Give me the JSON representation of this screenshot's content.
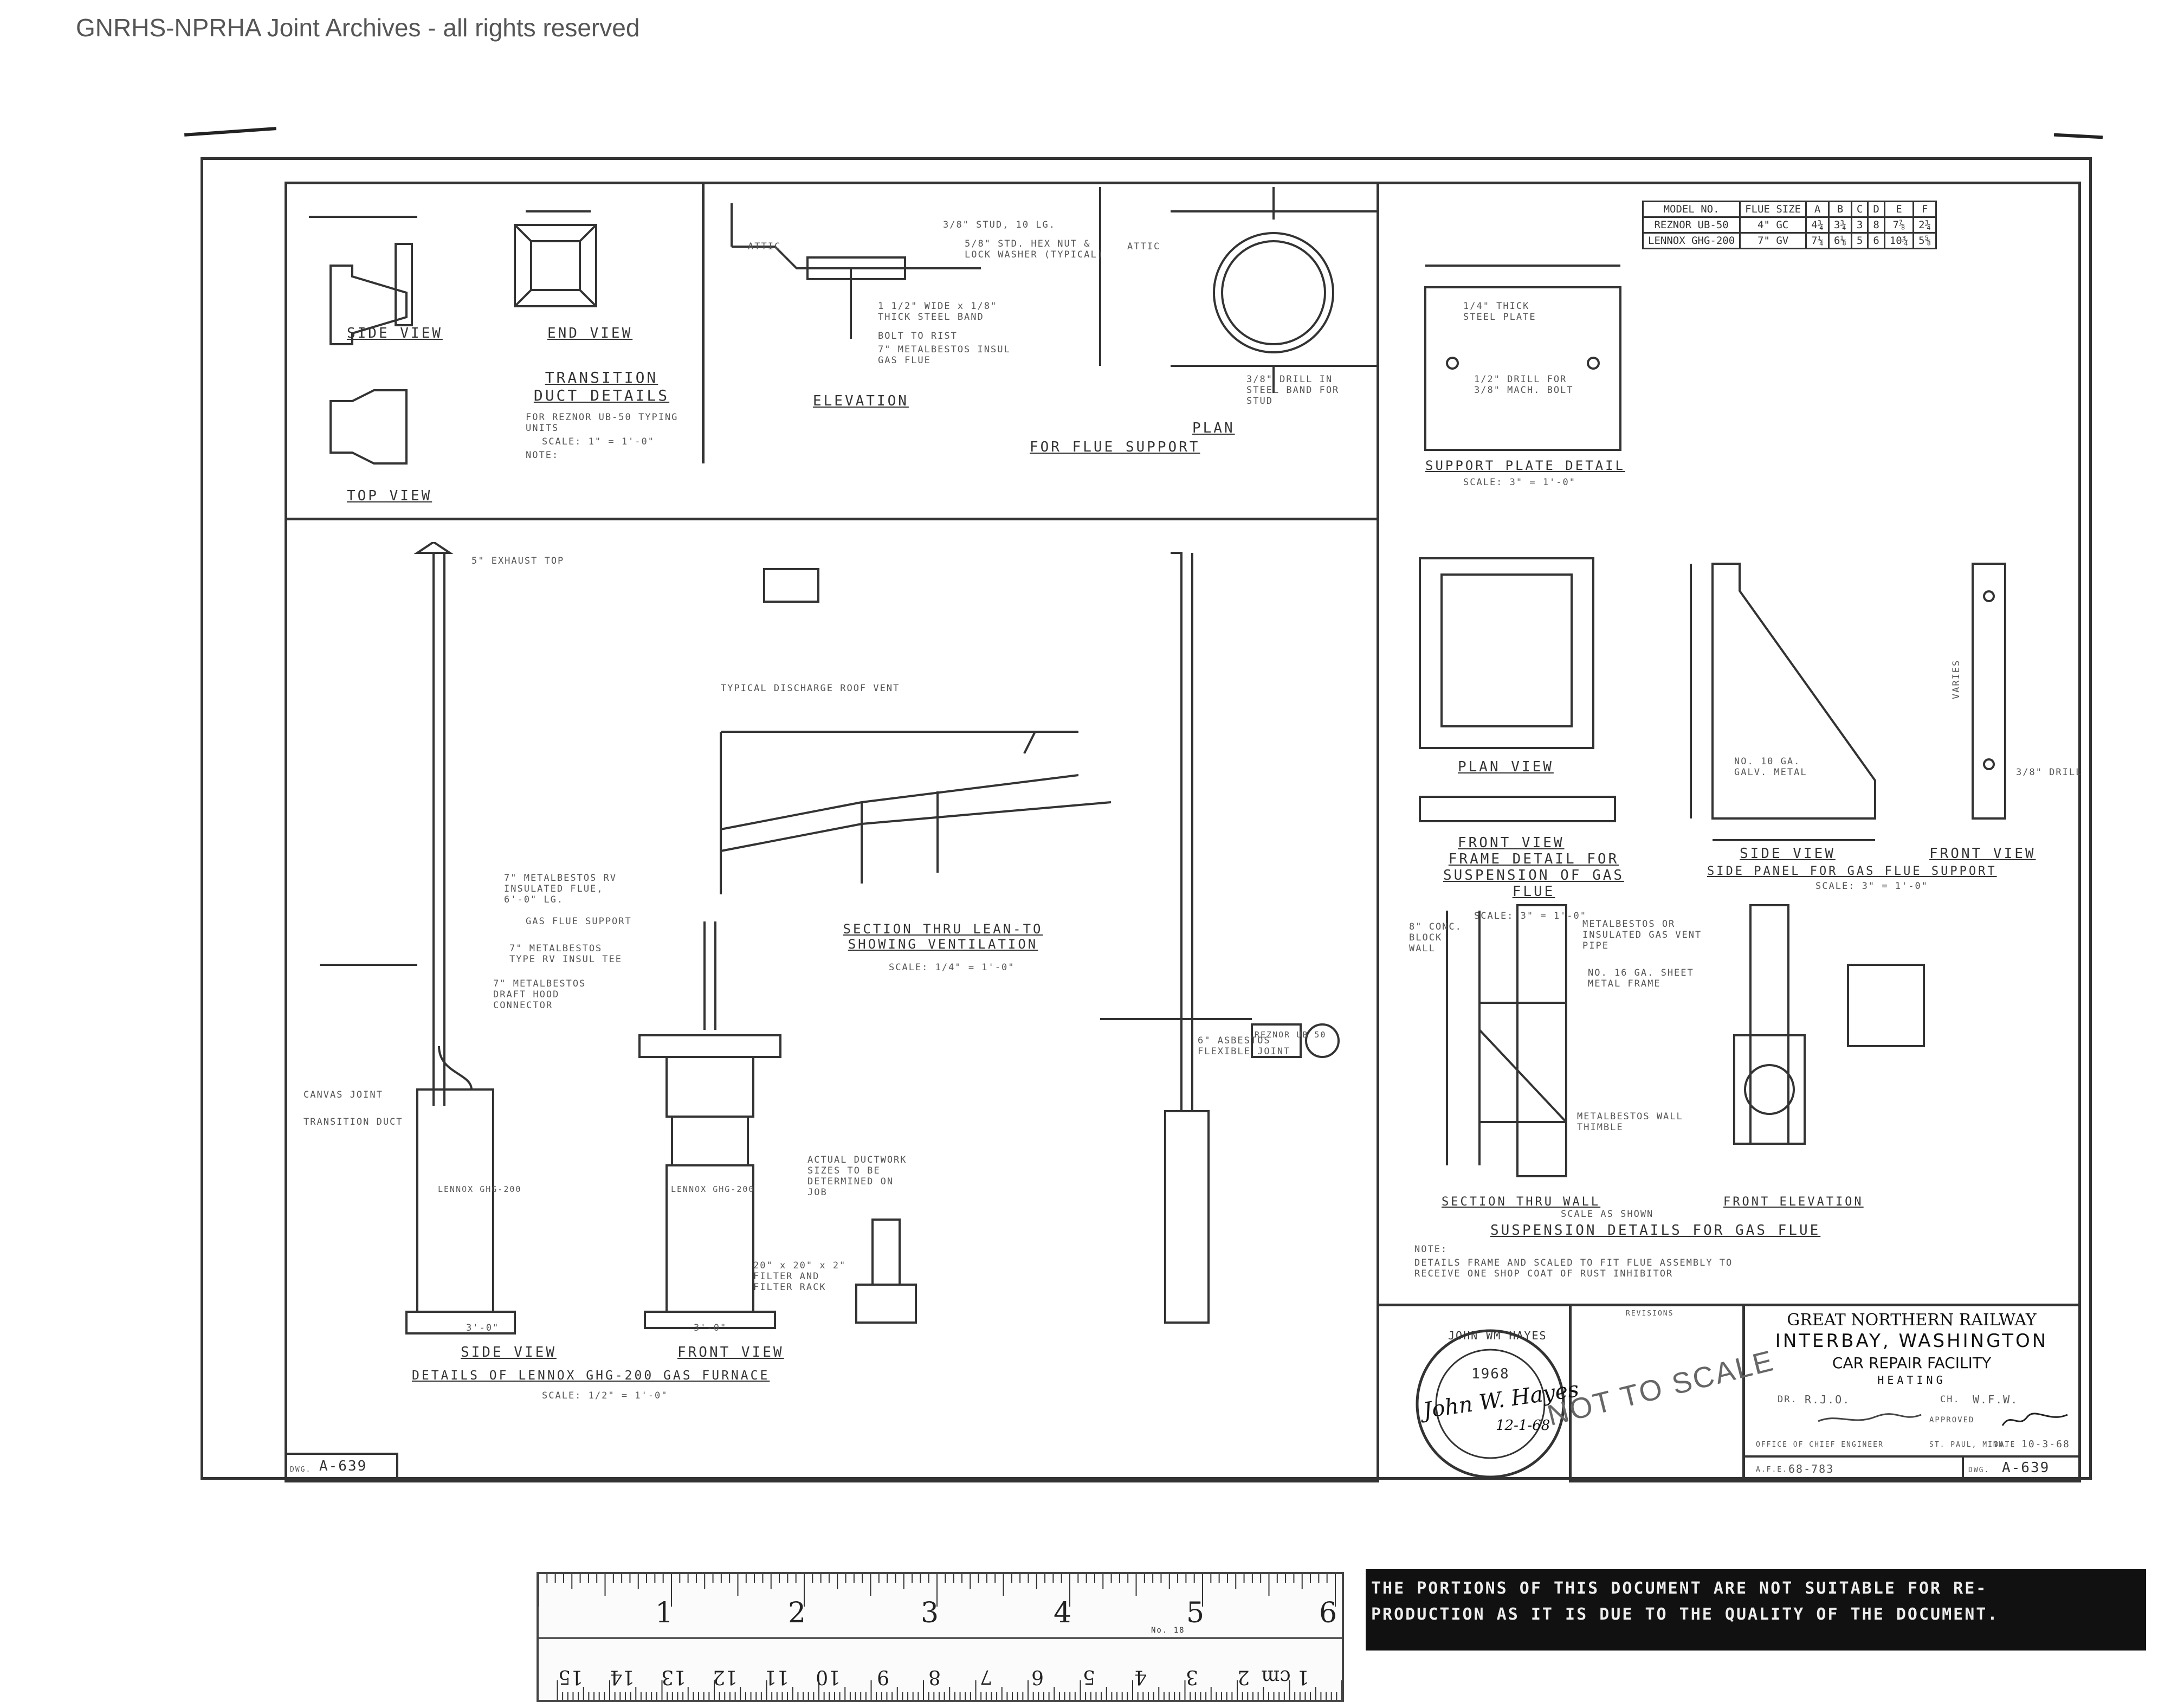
{
  "header": {
    "archive_note": "GNRHS-NPRHA Joint Archives - all rights reserved"
  },
  "transition": {
    "title": "TRANSITION DUCT DETAILS",
    "side_view": "SIDE VIEW",
    "end_view": "END VIEW",
    "top_view": "TOP VIEW",
    "for_units": "FOR REZNOR UB-50 TYPING UNITS",
    "scale": "SCALE: 1\" = 1'-0\"",
    "note_label": "NOTE:"
  },
  "flue_support": {
    "elevation_label": "ELEVATION",
    "plan_label": "PLAN",
    "details_title": "FOR FLUE SUPPORT",
    "notes": [
      "3/8\" STUD, 10 LG.",
      "5/8\" STD. HEX NUT & LOCK WASHER (TYPICAL)",
      "1 1/2\" WIDE x 1/8\" THICK STEEL BAND",
      "BOLT TO RIST",
      "7\" METALBESTOS INSUL GAS FLUE",
      "3/8\" DRILL IN STEEL BAND FOR STUD"
    ],
    "attic_label": "ATTIC"
  },
  "gas_flue_table": {
    "headers": [
      "MODEL NO.",
      "FLUE SIZE",
      "A",
      "B",
      "C",
      "D",
      "E",
      "F"
    ],
    "rows": [
      [
        "REZNOR UB-50",
        "4\" GC",
        "4¾",
        "3¾",
        "3",
        "8",
        "7⅞",
        "2¾"
      ],
      [
        "LENNOX GHG-200",
        "7\" GV",
        "7¼",
        "6⅛",
        "5",
        "6",
        "10¾",
        "5⅝"
      ]
    ]
  },
  "support_plate": {
    "title": "SUPPORT PLATE DETAIL",
    "scale": "SCALE: 3\" = 1'-0\"",
    "notes": [
      "1/4\" THICK STEEL PLATE",
      "1/2\" DRILL FOR 3/8\" MACH. BOLT"
    ]
  },
  "frame_detail": {
    "plan_view": "PLAN VIEW",
    "front_view": "FRONT VIEW",
    "title": "FRAME DETAIL FOR SUSPENSION OF GAS FLUE",
    "scale": "SCALE: 3\" = 1'-0\""
  },
  "side_panel": {
    "side_view": "SIDE VIEW",
    "front_view": "FRONT VIEW",
    "title": "SIDE PANEL FOR GAS FLUE SUPPORT",
    "scale": "SCALE: 3\" = 1'-0\"",
    "notes": [
      "NO. 10 GA. GALV. METAL",
      "3/8\" DRILL",
      "VARIES"
    ]
  },
  "suspension": {
    "section_label": "SECTION THRU WALL",
    "front_label": "FRONT ELEVATION",
    "title": "SUSPENSION DETAILS FOR GAS FLUE",
    "scale": "SCALE AS SHOWN",
    "notes": [
      "METALBESTOS OR INSULATED GAS VENT PIPE",
      "NO. 16 GA. SHEET METAL FRAME",
      "8\" CONC. BLOCK WALL",
      "METALBESTOS WALL THIMBLE"
    ],
    "bottom_notes": [
      "NOTE:",
      "DETAILS FRAME AND SCALED TO FIT FLUE ASSEMBLY TO RECEIVE ONE SHOP COAT OF RUST INHIBITOR"
    ]
  },
  "ventilation_section": {
    "title": "SECTION THRU LEAN-TO SHOWING VENTILATION",
    "scale": "SCALE: 1/4\" = 1'-0\"",
    "typical": "TYPICAL DISCHARGE ROOF VENT"
  },
  "furnace_details": {
    "side_view": "SIDE VIEW",
    "front_view": "FRONT VIEW",
    "title": "DETAILS OF LENNOX GHG-200 GAS FURNACE",
    "scale": "SCALE: 1/2\" = 1'-0\"",
    "unit": "LENNOX GHG-200",
    "heater_unit": "REZNOR UB 50",
    "notes": [
      "7\" METALBESTOS RV INSULATED FLUE, 6'-0\" LG.",
      "GAS FLUE SUPPORT",
      "7\" METALBESTOS TYPE RV INSUL TEE",
      "5\" EXHAUST TOP",
      "7\" METALBESTOS DRAFT HOOD CONNECTOR",
      "CANVAS JOINT",
      "TRANSITION DUCT",
      "ACTUAL DUCTWORK SIZES TO BE DETERMINED ON JOB",
      "6\" ASBESTOS FLEXIBLE JOINT",
      "20\" x 20\" x 2\" FILTER AND FILTER RACK"
    ],
    "dims": [
      "3'-0\"",
      "3'-0\""
    ]
  },
  "stamp": {
    "ring_text": "JOHN WM HAYES",
    "year": "1968",
    "signature": "John W. Hayes",
    "date": "12-1-68",
    "not_to_scale": "NOT TO SCALE",
    "revisions": "REVISIONS"
  },
  "title_block": {
    "railway": "GREAT NORTHERN RAILWAY",
    "location": "INTERBAY, WASHINGTON",
    "facility": "CAR REPAIR FACILITY",
    "subject": "HEATING",
    "drawn_by_label": "DR.",
    "drawn_by": "R.J.O.",
    "checked_by_label": "CH.",
    "checked_by": "W.F.W.",
    "approved_label": "APPROVED",
    "office": "OFFICE OF CHIEF ENGINEER",
    "city": "ST. PAUL, MINN.",
    "date_label": "DATE",
    "date": "10-3-68",
    "afe_label": "A.F.E.",
    "afe": "68-783",
    "dwg_label": "DWG.",
    "dwg_no": "A-639"
  },
  "corner_dwg": {
    "label": "DWG.",
    "value": "A-639"
  },
  "ruler": {
    "inch_labels": [
      "1",
      "2",
      "3",
      "4",
      "5",
      "6"
    ],
    "cm_labels": [
      "1 cm",
      "2",
      "3",
      "4",
      "5",
      "6",
      "7",
      "8",
      "9",
      "10",
      "11",
      "12",
      "13",
      "14",
      "15"
    ],
    "model_text": "No. 18"
  },
  "notice": {
    "line1": "THE PORTIONS OF THIS DOCUMENT ARE NOT SUITABLE FOR RE-",
    "line2": "PRODUCTION AS IT IS DUE TO THE QUALITY OF THE DOCUMENT."
  }
}
